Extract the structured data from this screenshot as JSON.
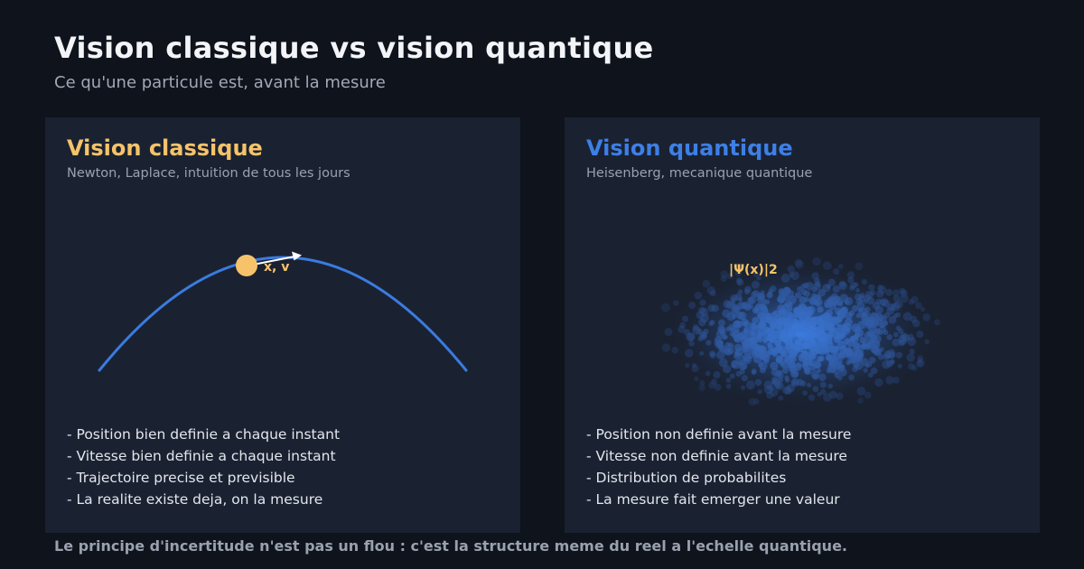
{
  "header": {
    "title": "Vision classique vs vision quantique",
    "subtitle": "Ce qu'une particule est, avant la mesure"
  },
  "classical": {
    "title": "Vision classique",
    "subtitle": "Newton, Laplace, intuition de tous les jours",
    "particle_label": "x, v",
    "bullets": [
      "- Position bien definie a chaque instant",
      "- Vitesse bien definie a chaque instant",
      "- Trajectoire precise et previsible",
      "- La realite existe deja, on la mesure"
    ]
  },
  "quantum": {
    "title": "Vision quantique",
    "subtitle": "Heisenberg, mecanique quantique",
    "cloud_label": "|Ψ(x)|2",
    "bullets": [
      "- Position non definie avant la mesure",
      "- Vitesse non definie avant la mesure",
      "- Distribution de probabilites",
      "- La mesure fait emerger une valeur"
    ]
  },
  "footer": {
    "text": "Le principe d'incertitude n'est pas un flou : c'est la structure meme du reel a l'echelle quantique."
  },
  "colors": {
    "background": "#0e131c",
    "panel": "#1a2232",
    "classical_accent": "#f6c36a",
    "quantum_accent": "#3d7fe6",
    "trajectory": "#3b7be0"
  }
}
